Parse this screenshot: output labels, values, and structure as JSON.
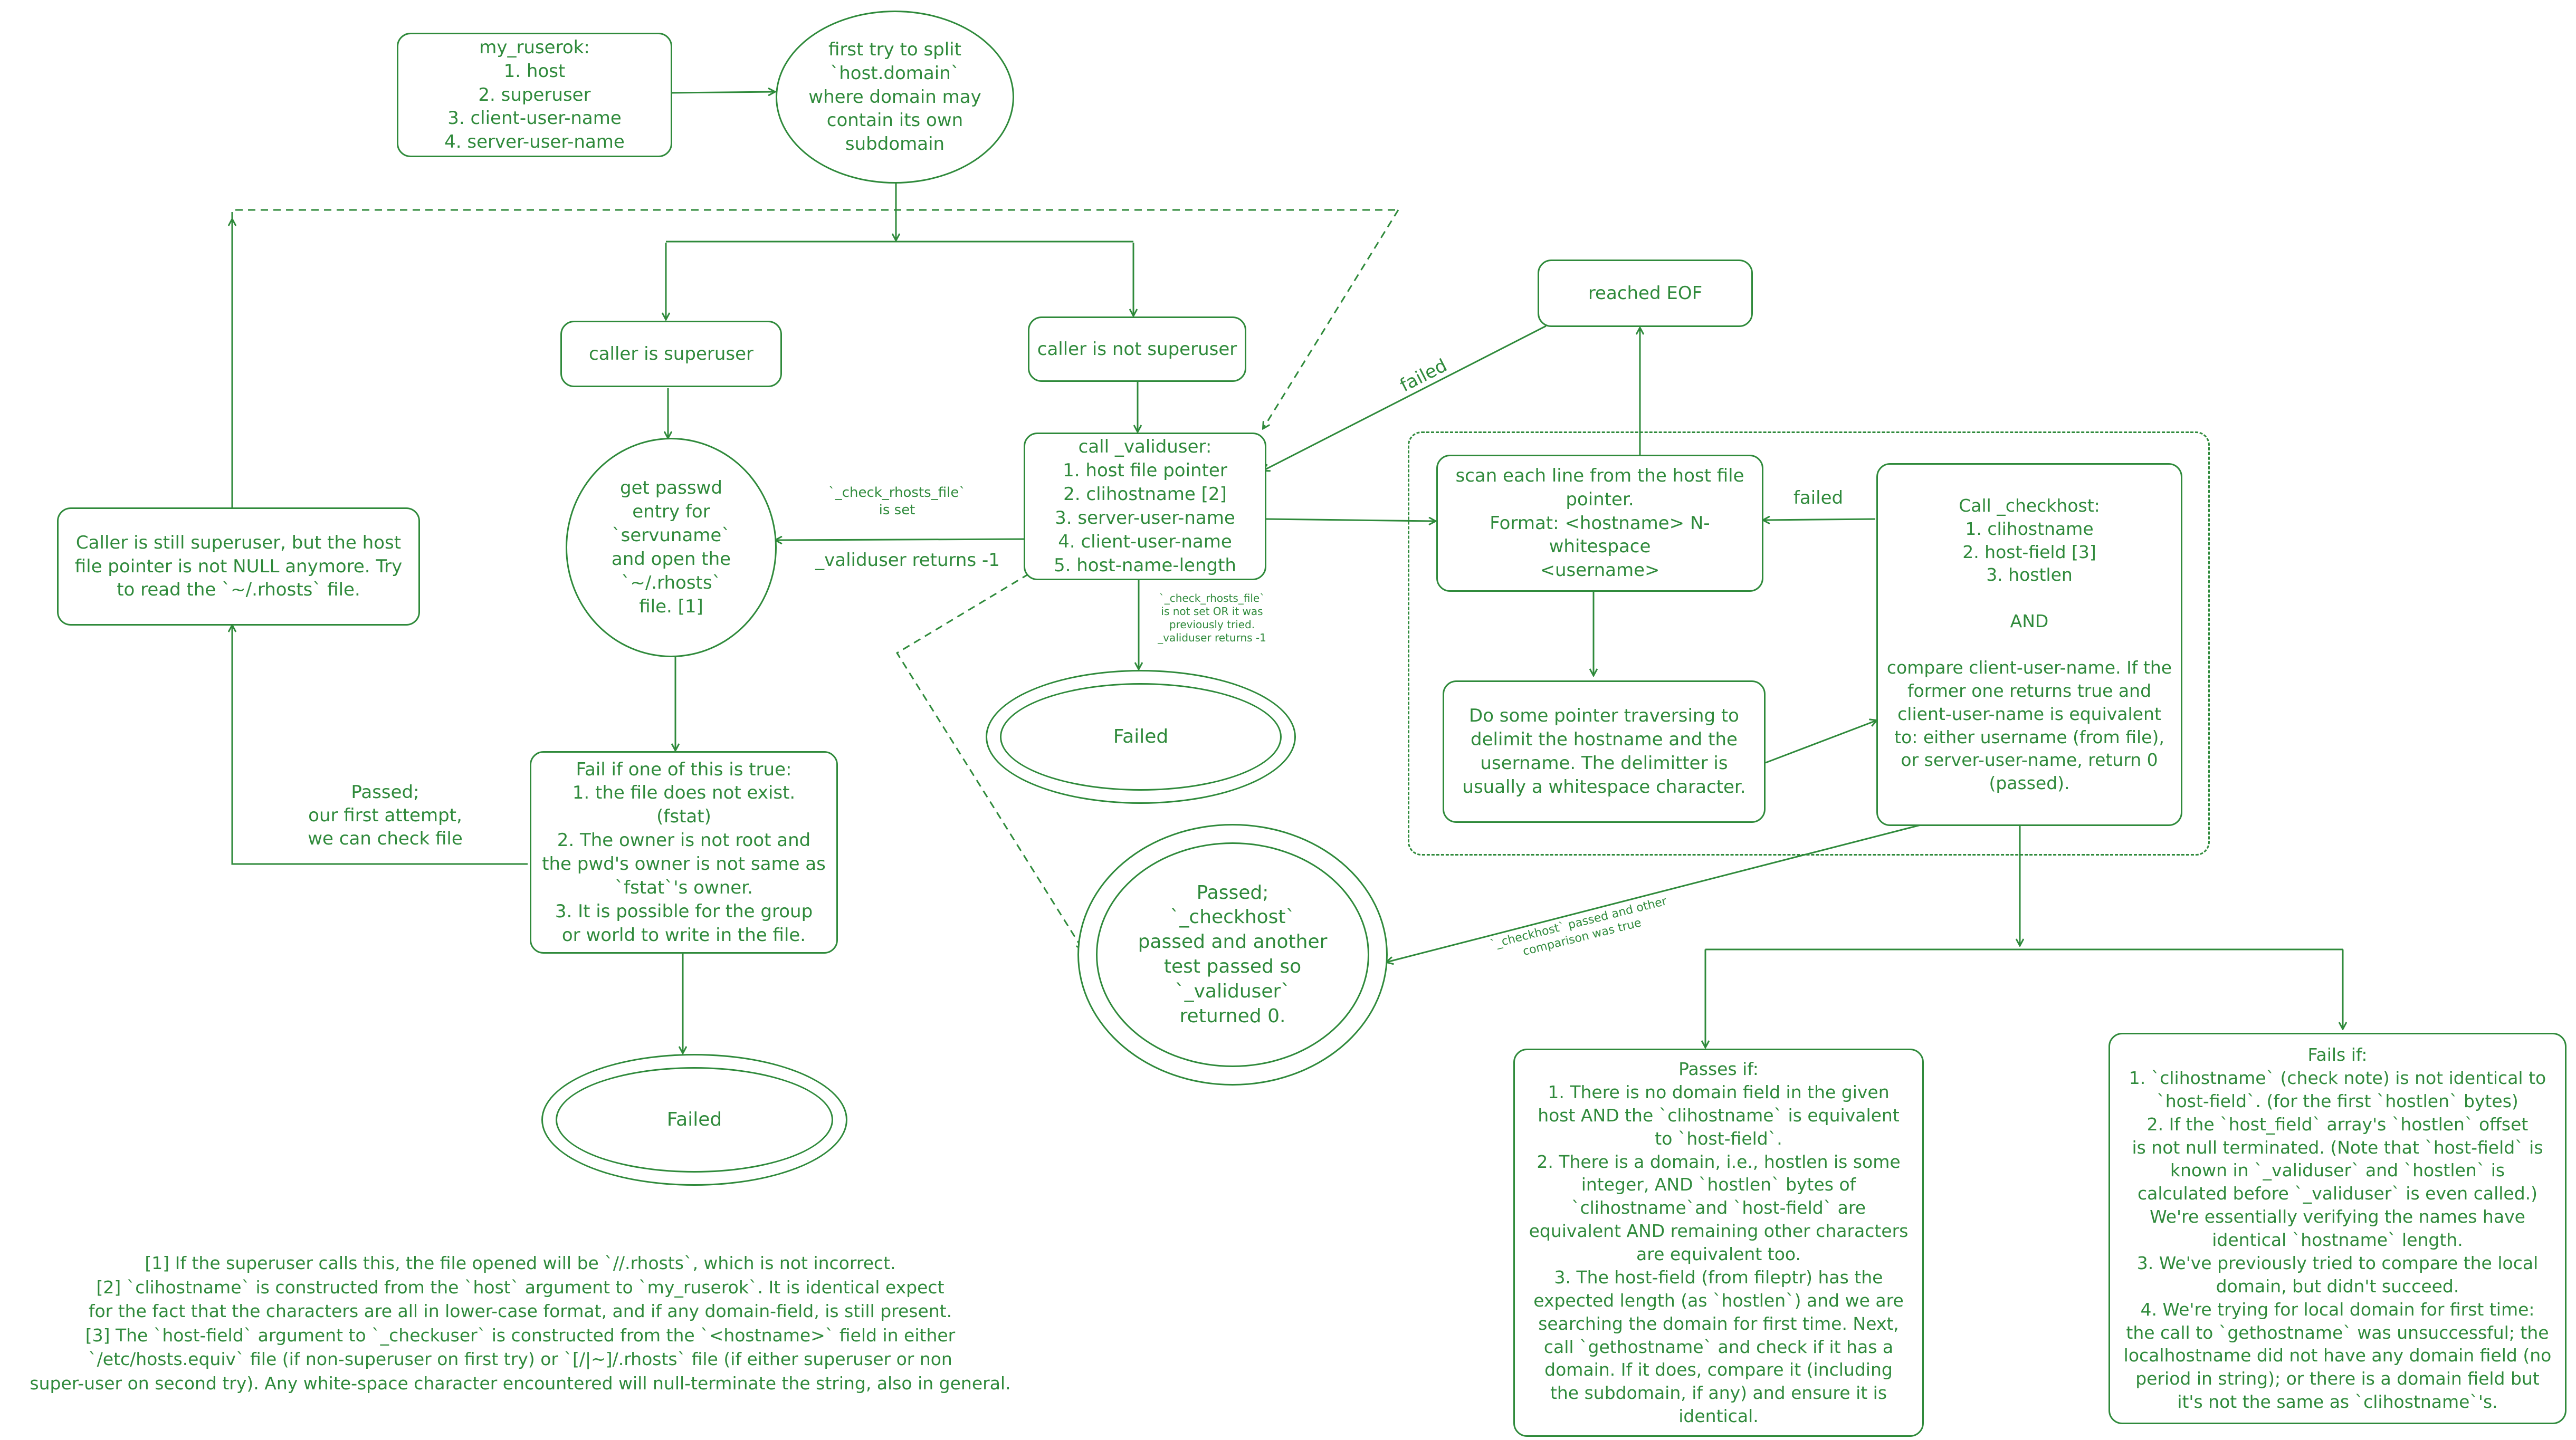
{
  "colors": {
    "stroke": "#2f8a3b",
    "background": "#ffffff"
  },
  "nodes": {
    "my_ruserok": "my_ruserok:\n1. host\n2. superuser\n3. client-user-name\n4. server-user-name",
    "split": "first try to split\n`host.domain`\nwhere domain may\ncontain its own\nsubdomain",
    "caller_superuser": "caller is superuser",
    "caller_not_superuser": "caller is not superuser",
    "get_passwd": "get passwd\nentry for\n`servuname`\nand open the\n`~/.rhosts`\nfile. [1]",
    "still_superuser": "Caller is still superuser, but the host\nfile pointer is not NULL anymore. Try\nto read the `~/.rhosts` file.",
    "call_validuser": "call _validuser:\n1. host file pointer\n2. clihostname [2]\n3. server-user-name\n4. client-user-name\n5. host-name-length",
    "fail_if": "Fail if one of this is true:\n1. the file does not exist.\n(fstat)\n2. The owner is not root and\nthe pwd's owner is not same as\n`fstat`'s owner.\n3. It is possible for the group\nor world to write in the file.",
    "failed_validuser": "Failed",
    "failed_bottom": "Failed",
    "passed": "Passed;\n`_checkhost`\npassed and another\ntest passed so\n`_validuser`\nreturned 0.",
    "reached_eof": "reached EOF",
    "scan_lines": "scan each line from the host file\npointer.\nFormat: <hostname> N-whitespace\n<username>",
    "pointer_traverse": "Do some pointer traversing to\ndelimit the hostname and the\nusername. The delimitter is\nusually a whitespace character.",
    "call_checkhost": "Call _checkhost:\n1. clihostname\n2. host-field [3]\n3. hostlen\n\nAND\n\ncompare client-user-name. If the\nformer one returns true and\nclient-user-name is equivalent\nto: either username (from file),\nor server-user-name, return 0\n(passed).",
    "passes_if": "Passes if:\n1. There is no domain field in the given\nhost AND the `clihostname` is equivalent\nto `host-field`.\n2. There is a domain, i.e., hostlen is some\ninteger, AND `hostlen` bytes of\n`clihostname`and `host-field` are\nequivalent AND remaining other characters\nare equivalent too.\n3.  The host-field (from fileptr) has the\nexpected length (as `hostlen`) and we are\nsearching the domain for first time. Next,\ncall `gethostname` and check if it has a\ndomain. If it does, compare it (including\nthe subdomain, if any) and ensure it is\nidentical.",
    "fails_if": "Fails if:\n1. `clihostname` (check note) is not identical to\n`host-field`. (for the first `hostlen` bytes)\n2. If the `host_field` array's `hostlen` offset\nis not null terminated. (Note that `host-field` is\nknown in `_validuser` and `hostlen` is\ncalculated before `_validuser` is even called.)\nWe're essentially verifying the names have\nidentical `hostname` length.\n3. We've previously tried to compare the local\ndomain, but didn't succeed.\n4. We're trying for local domain for first time:\nthe call to `gethostname` was unsuccessful; the\nlocalhostname did not have any domain field (no\nperiod in string); or there is a domain field but\nit's not the same as `clihostname`'s."
  },
  "labels": {
    "check_rhosts_set": "`_check_rhosts_file`\nis set",
    "validuser_returns": "_validuser returns -1",
    "passed_first_attempt": "Passed;\nour first attempt,\nwe can check file",
    "failed_eof": "failed",
    "failed_checkhost": "failed",
    "check_rhosts_not_set": "`_check_rhosts_file`\nis not set OR it was\npreviously tried.\n_validuser returns -1",
    "checkhost_passed": "`_checkhost` passed and other\ncomparison was true"
  },
  "notes": "[1] If the superuser calls this, the file opened will be `//.rhosts`, which is not incorrect.\n[2] `clihostname` is constructed from the `host` argument to `my_ruserok`. It is identical expect\nfor the fact that the characters are all in lower-case format, and if any domain-field, is still present.\n[3] The `host-field` argument to `_checkuser` is constructed from the `<hostname>` field in either\n`/etc/hosts.equiv` file (if non-superuser on first try) or `[/|~]/.rhosts` file (if either superuser or non\nsuper-user on second try). Any white-space character encountered will null-terminate the string, also in general."
}
